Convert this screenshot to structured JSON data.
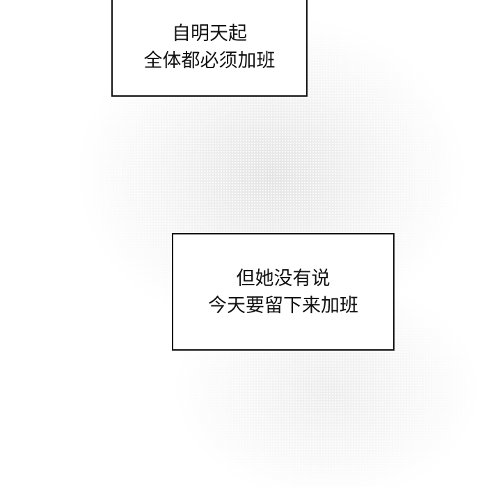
{
  "bubbles": [
    {
      "lines": [
        "",
        "自明天起",
        "全体都必须加班"
      ]
    },
    {
      "lines": [
        "但她没有说",
        "今天要留下来加班"
      ]
    }
  ]
}
